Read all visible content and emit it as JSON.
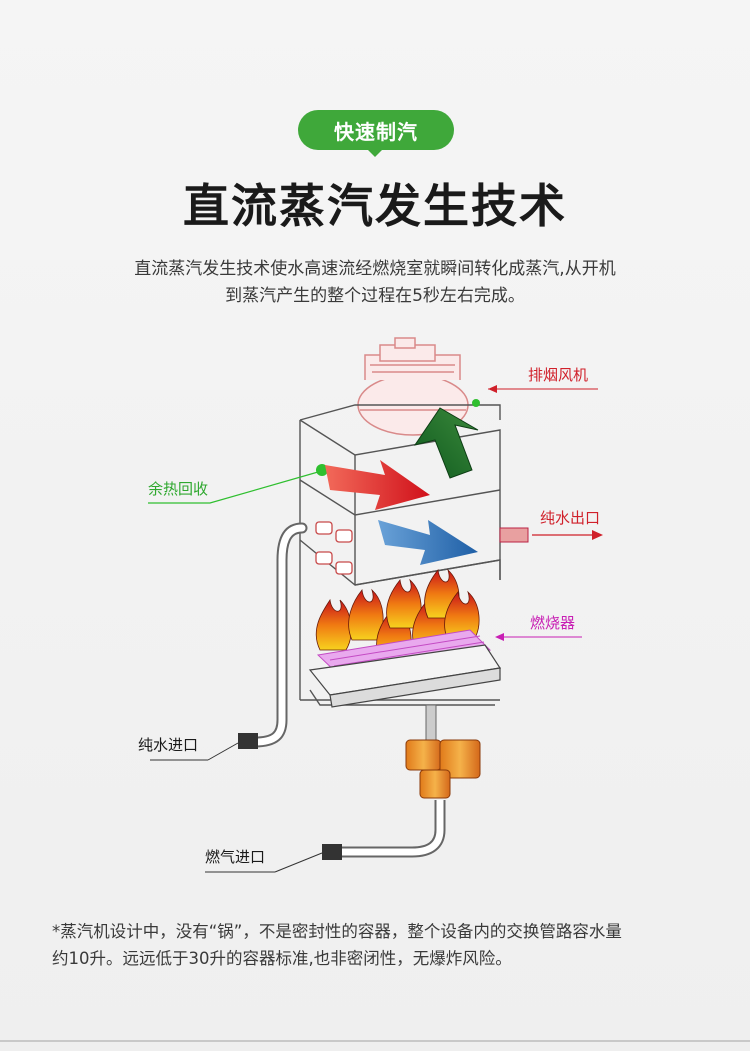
{
  "badge": {
    "label": "快速制汽"
  },
  "title": "直流蒸汽发生技术",
  "description": {
    "line1": "直流蒸汽发生技术使水高速流经燃烧室就瞬间转化成蒸汽,从开机",
    "line2": "到蒸汽产生的整个过程在5秒左右完成。"
  },
  "diagram": {
    "labels": {
      "exhaust_fan": "排烟风机",
      "heat_recovery": "余热回收",
      "pure_water_outlet": "纯水出口",
      "burner": "燃烧器",
      "pure_water_inlet": "纯水进口",
      "gas_inlet": "燃气进口"
    },
    "colors": {
      "exhaust_fan": "#d0202a",
      "heat_recovery": "#2fa82f",
      "pure_water_outlet": "#d0202a",
      "burner": "#c81fb4",
      "pure_water_inlet": "#1a1a1a",
      "gas_inlet": "#1a1a1a"
    }
  },
  "footnote": {
    "line1": "*蒸汽机设计中，没有“锅”，不是密封性的容器，整个设备内的交换管路容水量",
    "line2": "约10升。远远低于30升的容器标准,也非密闭性，无爆炸风险。"
  },
  "theme": {
    "accent": "#3fa83a",
    "text": "#1a1a1a",
    "background": "#f3f3f3"
  }
}
